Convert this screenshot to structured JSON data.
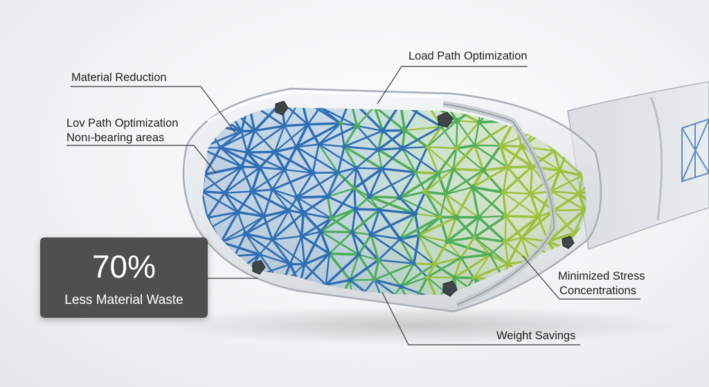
{
  "labels": {
    "material_reduction": "Material Reduction",
    "load_path_optimization": "Load Path Optimization",
    "low_path_optimization": "Lov Path Optimization",
    "non_bearing_areas": "Nonı-bearing areas",
    "minimized_stress_line1": "Minimized Stress",
    "minimized_stress_line2": "Concentrations",
    "weight_savings": "Weight Savings"
  },
  "stat": {
    "value": "70%",
    "text": "Less Material Waste"
  },
  "colors": {
    "lattice_blue": "#2f6fb5",
    "lattice_green": "#4fae5a",
    "lattice_yellow_green": "#9cc23c",
    "stat_box": "#4f4f4f",
    "leader_line": "#3a3a3a"
  }
}
